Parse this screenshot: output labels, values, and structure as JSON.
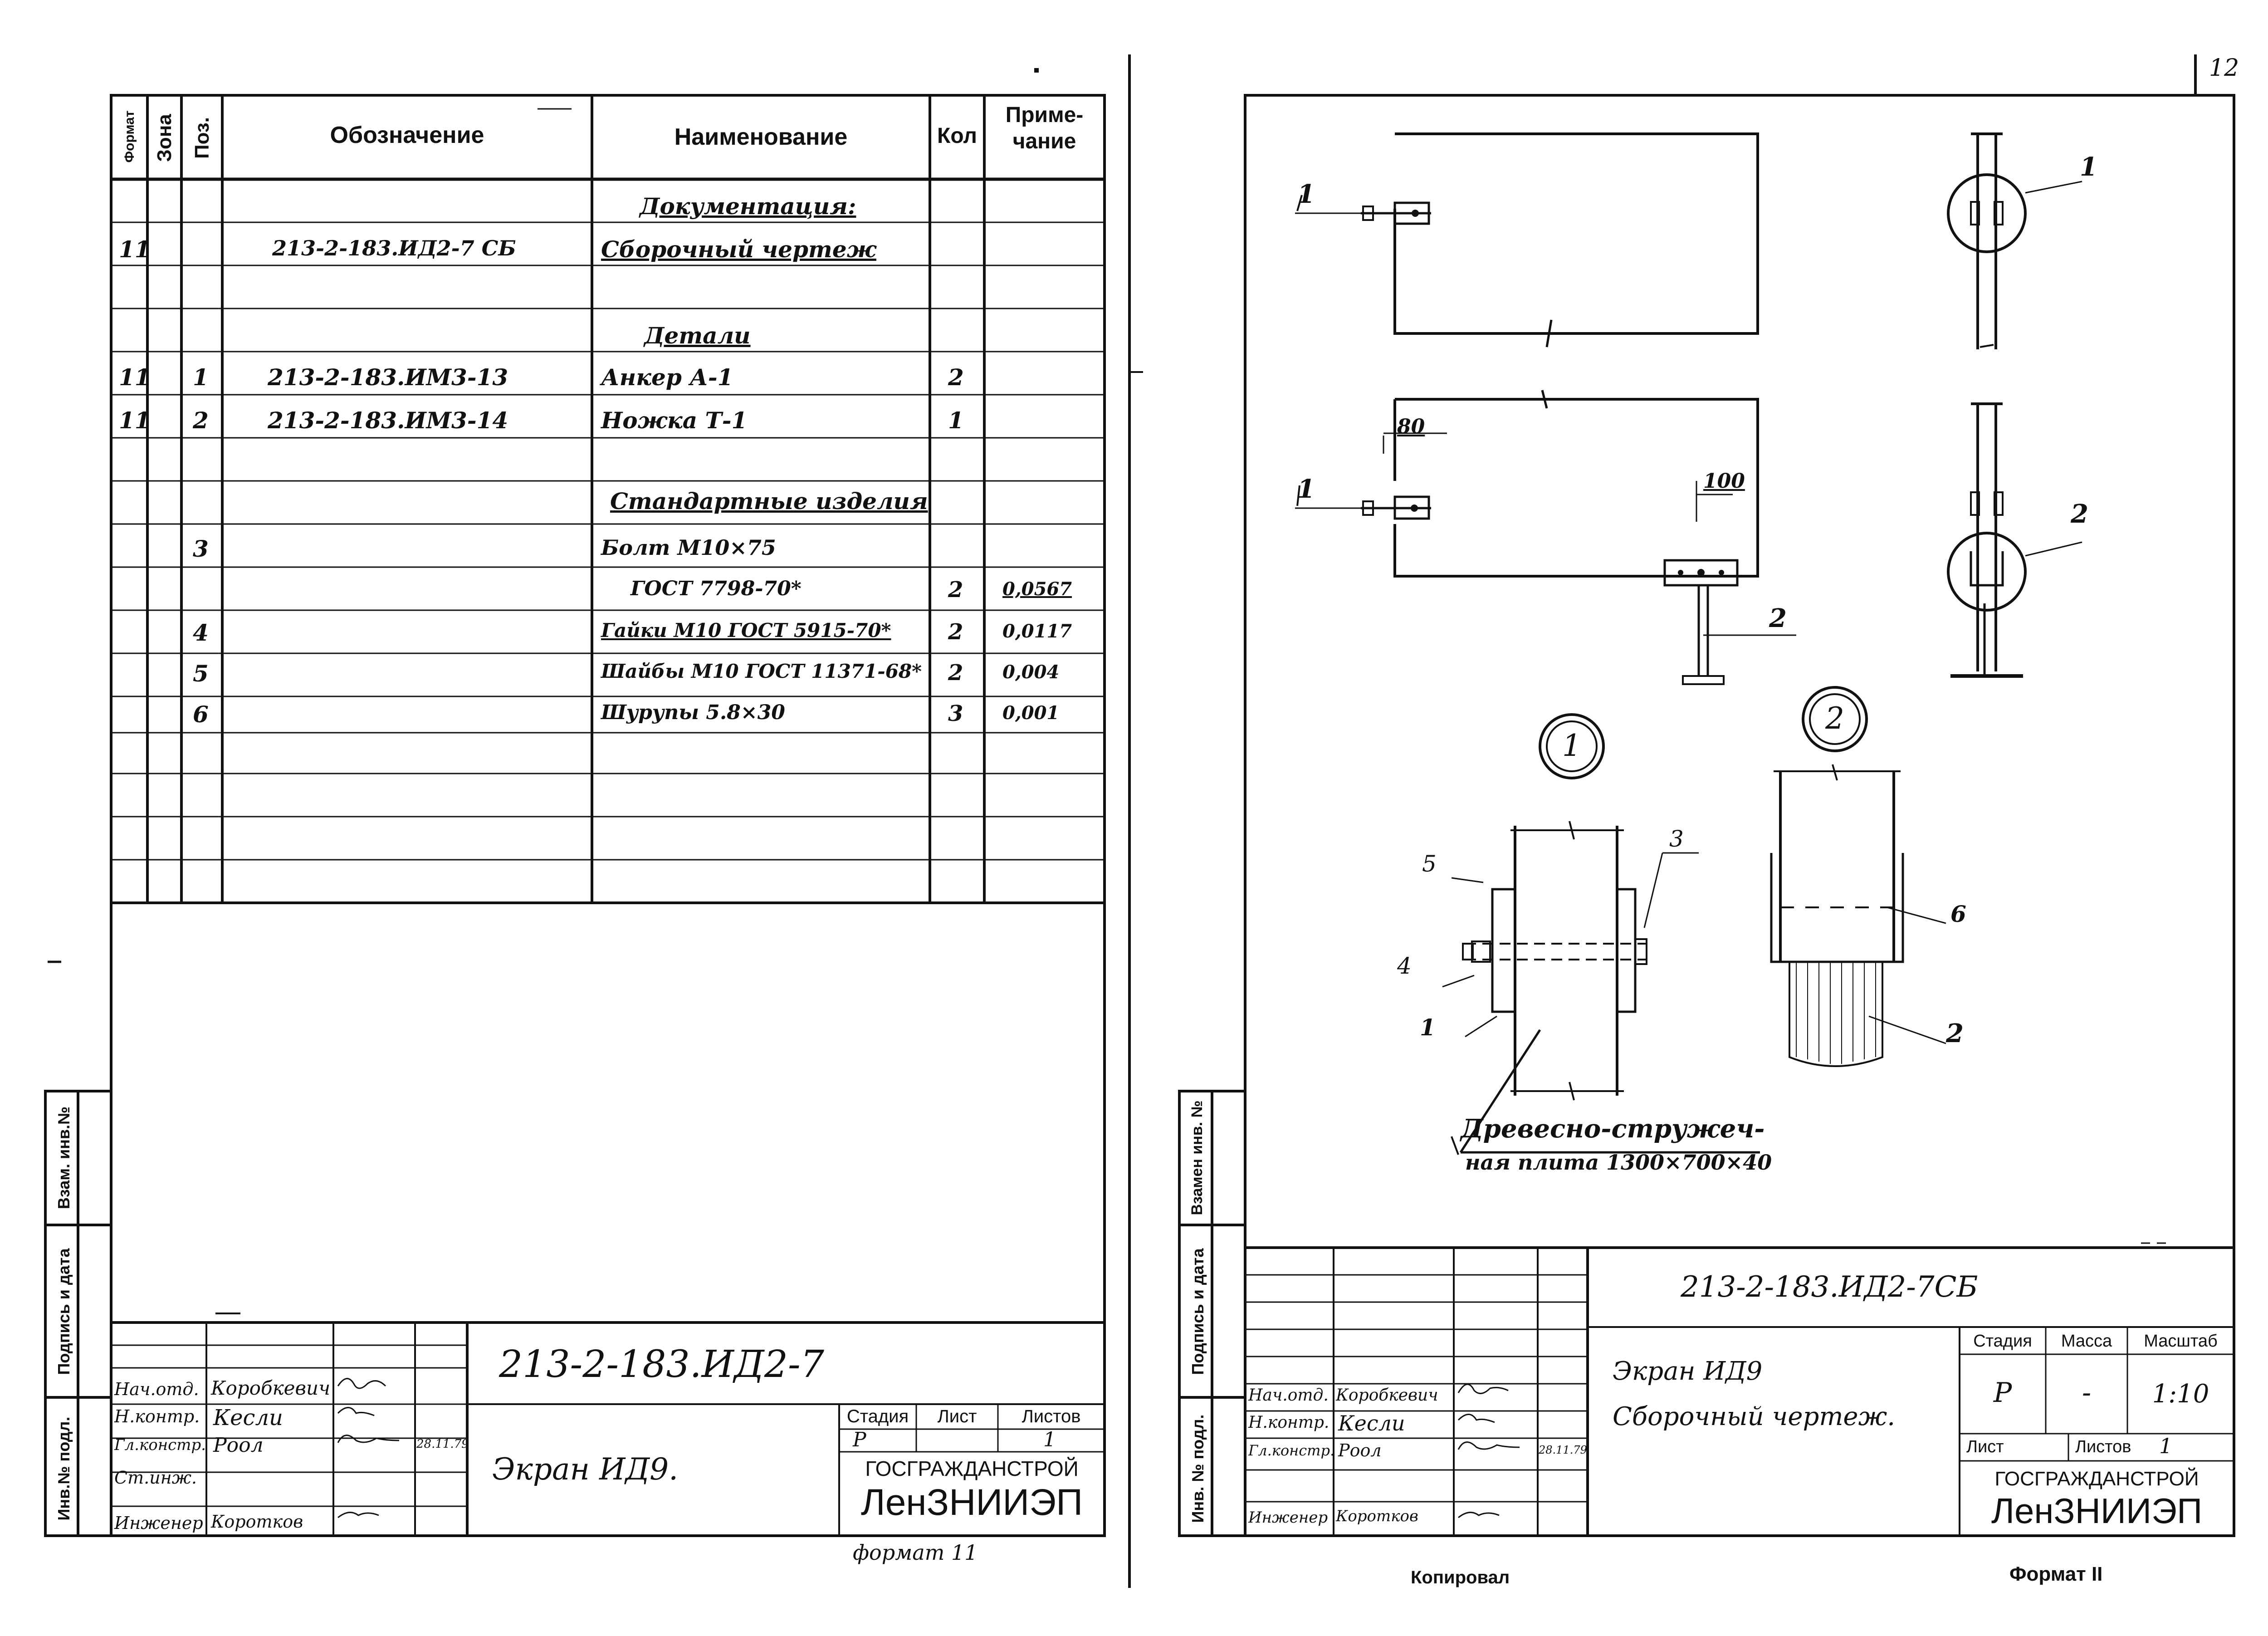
{
  "page_number": "12",
  "spec": {
    "headers": {
      "format": "Формат",
      "zone": "Зона",
      "pos": "Поз.",
      "designation": "Обозначение",
      "name": "Наименование",
      "qty": "Кол",
      "note": "Приме-\nчание"
    },
    "rows": [
      {
        "format": "",
        "zone": "",
        "pos": "",
        "designation": "",
        "name": "Документация:",
        "qty": "",
        "note": ""
      },
      {
        "format": "11",
        "zone": "",
        "pos": "",
        "designation": "213-2-183.ИД2-7 СБ",
        "name": "Сборочный чертеж",
        "qty": "",
        "note": ""
      },
      {
        "format": "",
        "zone": "",
        "pos": "",
        "designation": "",
        "name": "",
        "qty": "",
        "note": ""
      },
      {
        "format": "",
        "zone": "",
        "pos": "",
        "designation": "",
        "name": "Детали",
        "qty": "",
        "note": ""
      },
      {
        "format": "11",
        "zone": "",
        "pos": "1",
        "designation": "213-2-183.ИМ3-13",
        "name": "Анкер А-1",
        "qty": "2",
        "note": ""
      },
      {
        "format": "11",
        "zone": "",
        "pos": "2",
        "designation": "213-2-183.ИМ3-14",
        "name": "Ножка Т-1",
        "qty": "1",
        "note": ""
      },
      {
        "format": "",
        "zone": "",
        "pos": "",
        "designation": "",
        "name": "",
        "qty": "",
        "note": ""
      },
      {
        "format": "",
        "zone": "",
        "pos": "",
        "designation": "",
        "name": "Стандартные изделия",
        "qty": "",
        "note": ""
      },
      {
        "format": "",
        "zone": "",
        "pos": "3",
        "designation": "",
        "name": "Болт М10×75",
        "qty": "",
        "note": ""
      },
      {
        "format": "",
        "zone": "",
        "pos": "",
        "designation": "",
        "name": "ГОСТ 7798-70*",
        "qty": "2",
        "note": "0,0567"
      },
      {
        "format": "",
        "zone": "",
        "pos": "4",
        "designation": "",
        "name": "Гайки М10   ГОСТ 5915-70*",
        "qty": "2",
        "note": "0,0117"
      },
      {
        "format": "",
        "zone": "",
        "pos": "5",
        "designation": "",
        "name": "Шайбы М10  ГОСТ 11371-68*",
        "qty": "2",
        "note": "0,004"
      },
      {
        "format": "",
        "zone": "",
        "pos": "6",
        "designation": "",
        "name": "Шурупы  5.8×30",
        "qty": "3",
        "note": "0,001"
      }
    ]
  },
  "left_stamp": {
    "code": "213-2-183.ИД2-7",
    "title": "Экран ИД9.",
    "stage_label": "Стадия",
    "sheet_label": "Лист",
    "sheets_label": "Листов",
    "stage": "Р",
    "sheets": "1",
    "org1": "ГОСГРАЖДАНСТРОЙ",
    "org2": "ЛенЗНИИЭП",
    "people": [
      {
        "role": "Нач.отд.",
        "name": "Коробкевич",
        "date": ""
      },
      {
        "role": "Н.контр.",
        "name": "Кесли",
        "date": ""
      },
      {
        "role": "Гл.констр.",
        "name": "Роол",
        "date": "28.11.79"
      },
      {
        "role": "Ст.инж.",
        "name": "",
        "date": ""
      },
      {
        "role": "",
        "name": "",
        "date": ""
      },
      {
        "role": "Инженер",
        "name": "Коротков",
        "date": ""
      }
    ],
    "format_note": "формат 11"
  },
  "side_labels": {
    "inv_sub": "Инв.№ подл.",
    "sign_date": "Подпись и дата",
    "vzam": "Взам. инв.№"
  },
  "right_side_labels": {
    "inv_sub": "Инв. № подл.",
    "sign_date": "Подпись и дата",
    "vzam": "Взамен инв. №"
  },
  "drawing": {
    "dim_80": "80",
    "dim_100": "100",
    "callout_1": "1",
    "callout_2": "2",
    "callout_3": "3",
    "callout_4": "4",
    "callout_5": "5",
    "callout_6": "6",
    "detail_1": "1",
    "detail_2": "2",
    "material_line1": "Древесно-стружеч-",
    "material_line2": "ная плита 1300×700×40"
  },
  "right_stamp": {
    "code": "213-2-183.ИД2-7СБ",
    "title_line1": "Экран ИД9",
    "title_line2": "Сборочный чертеж.",
    "stage_label": "Стадия",
    "mass_label": "Масса",
    "scale_label": "Масштаб",
    "stage": "Р",
    "mass": "-",
    "scale": "1:10",
    "sheet_label": "Лист",
    "sheets_label": "Листов",
    "sheets": "1",
    "org1": "ГОСГРАЖДАНСТРОЙ",
    "org2": "ЛенЗНИИЭП",
    "people": [
      {
        "role": "Нач.отд.",
        "name": "Коробкевич",
        "date": ""
      },
      {
        "role": "Н.контр.",
        "name": "Кесли",
        "date": ""
      },
      {
        "role": "Гл.констр.",
        "name": "Роол",
        "date": "28.11.79"
      },
      {
        "role": "",
        "name": "",
        "date": ""
      },
      {
        "role": "",
        "name": "",
        "date": ""
      },
      {
        "role": "Инженер",
        "name": "Коротков",
        "date": ""
      }
    ]
  },
  "footer": {
    "copied": "Копировал",
    "format": "Формат II"
  }
}
